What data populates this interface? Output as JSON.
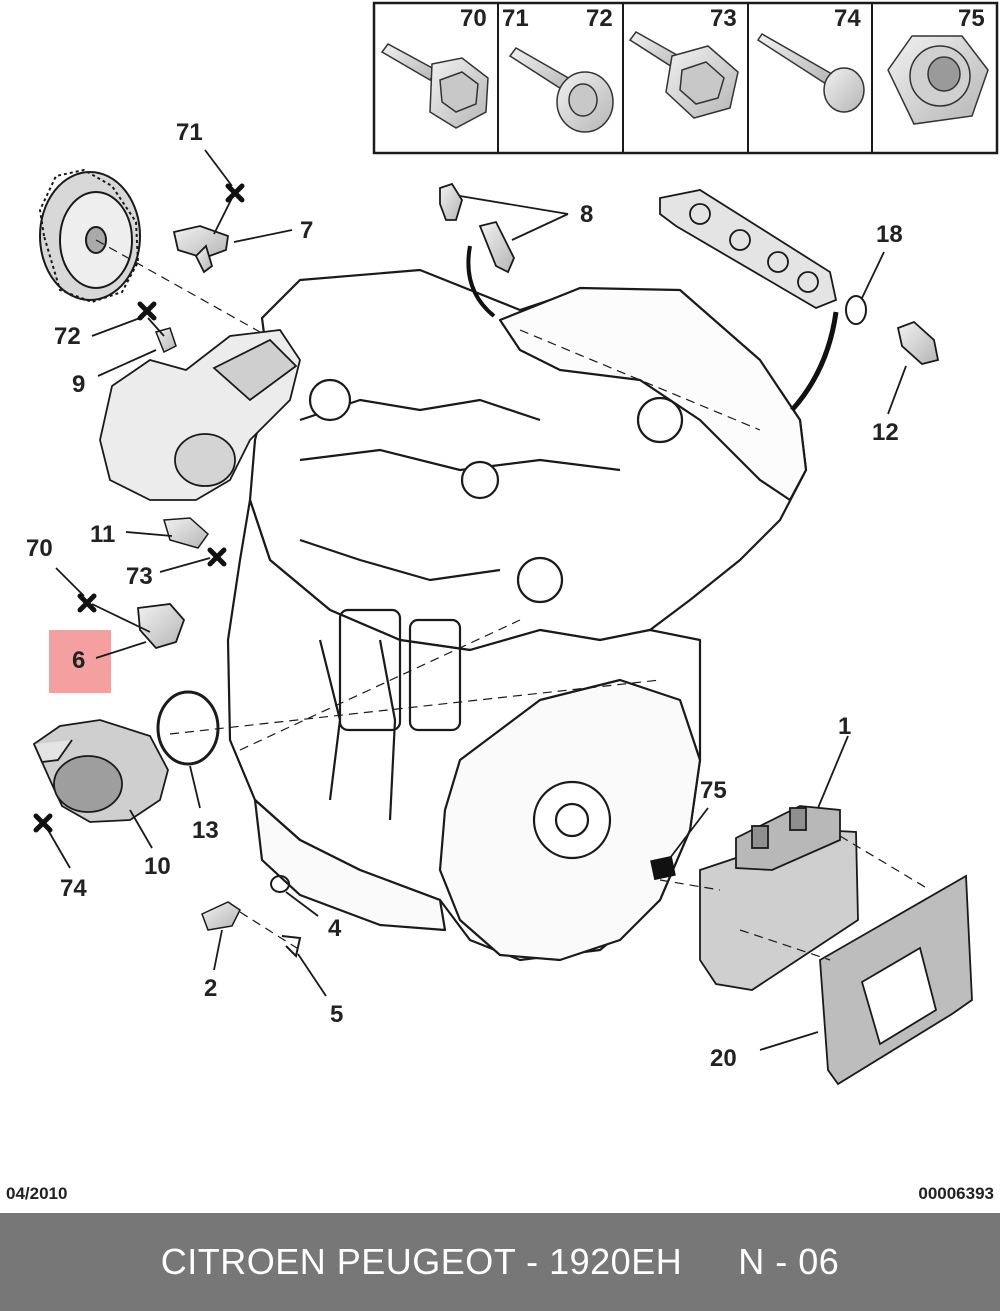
{
  "header_parts": [
    "70",
    "71",
    "72",
    "73",
    "74",
    "75"
  ],
  "callouts": [
    "71",
    "7",
    "8",
    "18",
    "72",
    "9",
    "12",
    "11",
    "70",
    "73",
    "6",
    "1",
    "13",
    "75",
    "10",
    "74",
    "4",
    "2",
    "5",
    "20"
  ],
  "highlighted_callout": "6",
  "footer": {
    "date": "04/2010",
    "reference": "00006393"
  },
  "bottom_bar": {
    "title": "CITROEN PEUGEOT - 1920EH",
    "page": "N - 06"
  },
  "colors": {
    "highlight": "#f4a0a0",
    "bar": "#777777",
    "line": "#1a1a1a",
    "part_fill": "#dcdcdc"
  }
}
